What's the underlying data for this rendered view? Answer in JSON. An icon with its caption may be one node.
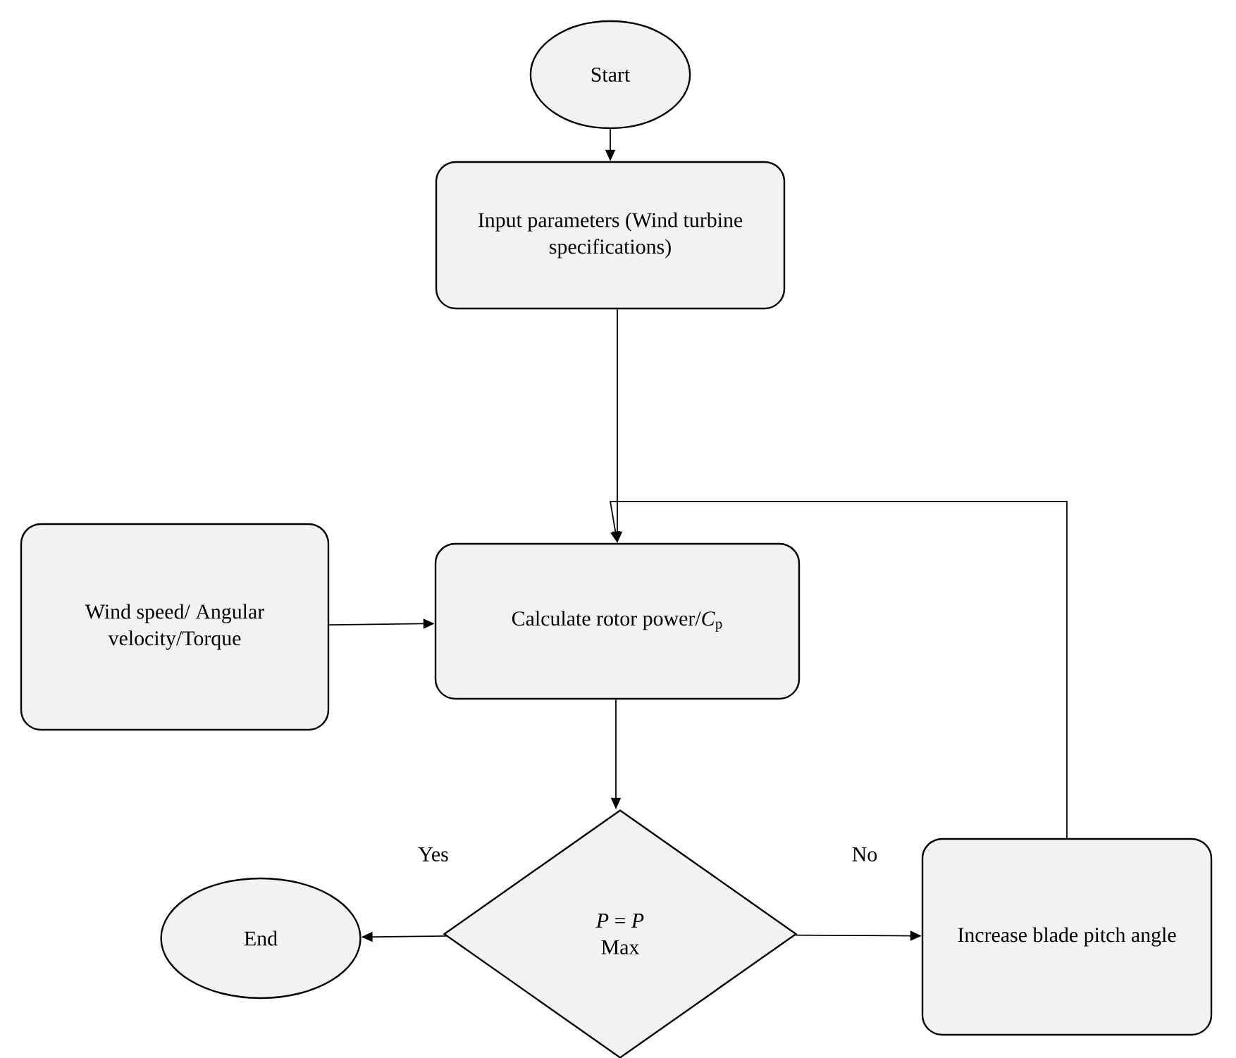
{
  "diagram": {
    "nodes": [
      {
        "text": [
          "Start"
        ]
      },
      {
        "text": [
          "Input parameters (Wind turbine specifications)"
        ]
      },
      {
        "text": [
          "Wind speed/ Angular velocity/Torque"
        ]
      },
      {
        "text": [
          "Calculate rotor power/*C*$_{p}$"
        ]
      },
      {
        "text": [
          "*P* = *P*",
          "Max"
        ]
      },
      {
        "text": [
          "End"
        ]
      },
      {
        "text": [
          "Increase blade pitch angle"
        ]
      }
    ],
    "edges": [
      {
        "from": 0,
        "to": 1,
        "arrow": "to"
      },
      {
        "from": 1,
        "to": 3,
        "arrow": "to"
      },
      {
        "from": 2,
        "to": 3,
        "arrow": "to"
      },
      {
        "from": 3,
        "to": 4,
        "arrow": "to"
      },
      {
        "from": 4,
        "to": 5,
        "arrow": "to",
        "label": "Yes"
      },
      {
        "from": 4,
        "to": 6,
        "arrow": "to",
        "label": "No"
      },
      {
        "from": 6,
        "to": 3,
        "arrow": "to"
      }
    ]
  }
}
